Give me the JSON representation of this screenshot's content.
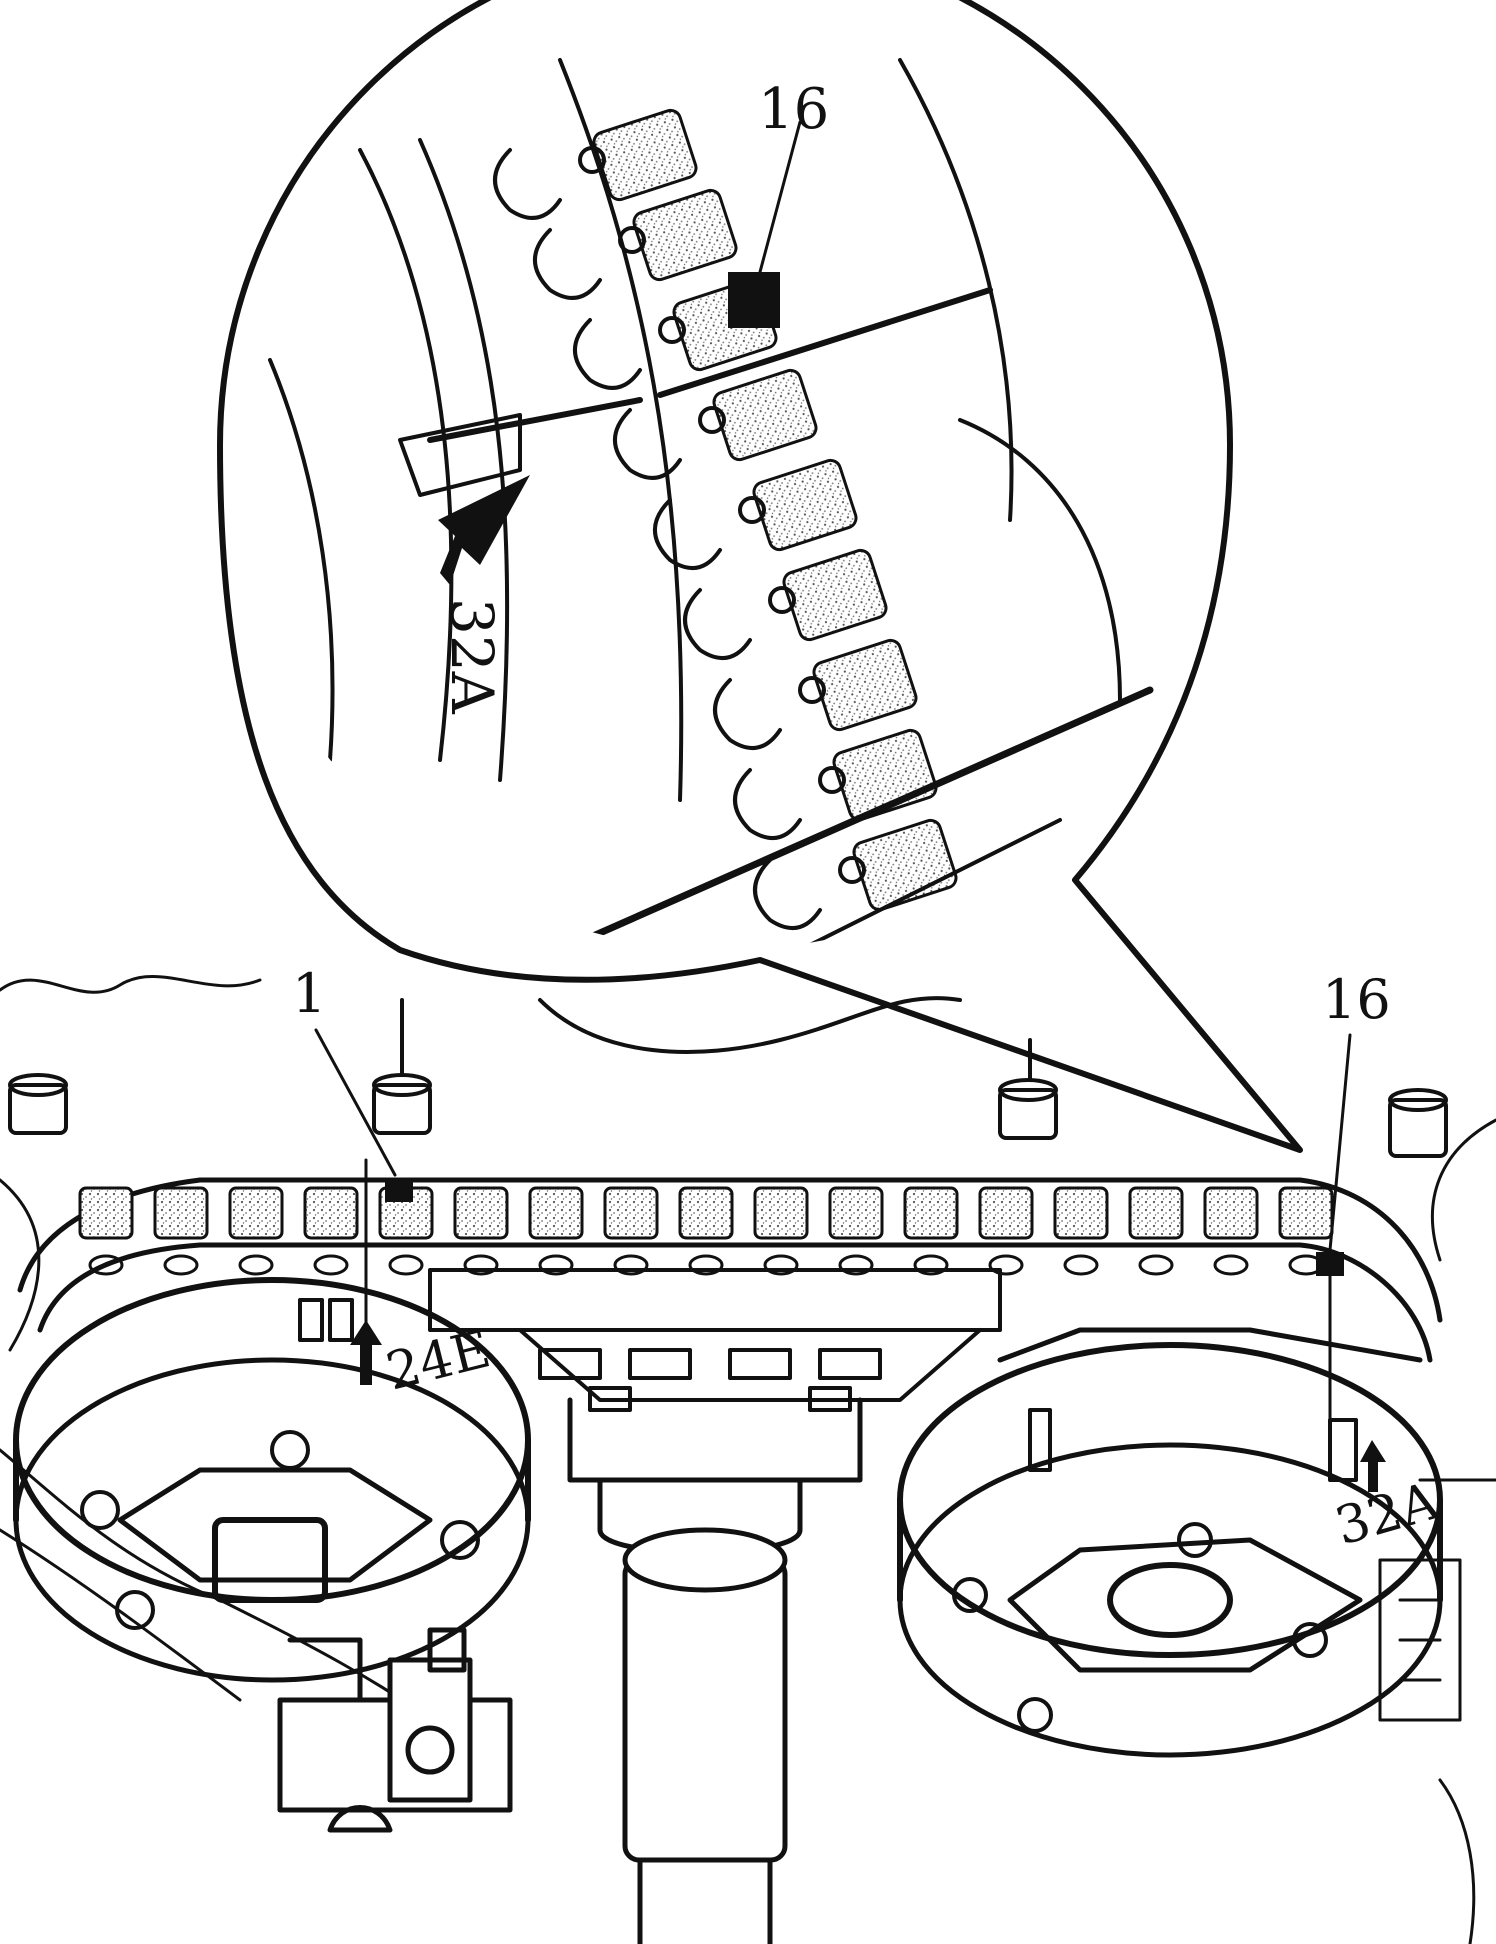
{
  "labels": {
    "zoom_chain_link": "16",
    "zoom_arrow_mark": "32A",
    "left_chain_link": "1",
    "left_sprocket_mark": "24E",
    "right_chain_link": "16",
    "right_sprocket_mark": "32A"
  },
  "colors": {
    "ink": "#111111",
    "paper": "#ffffff"
  }
}
